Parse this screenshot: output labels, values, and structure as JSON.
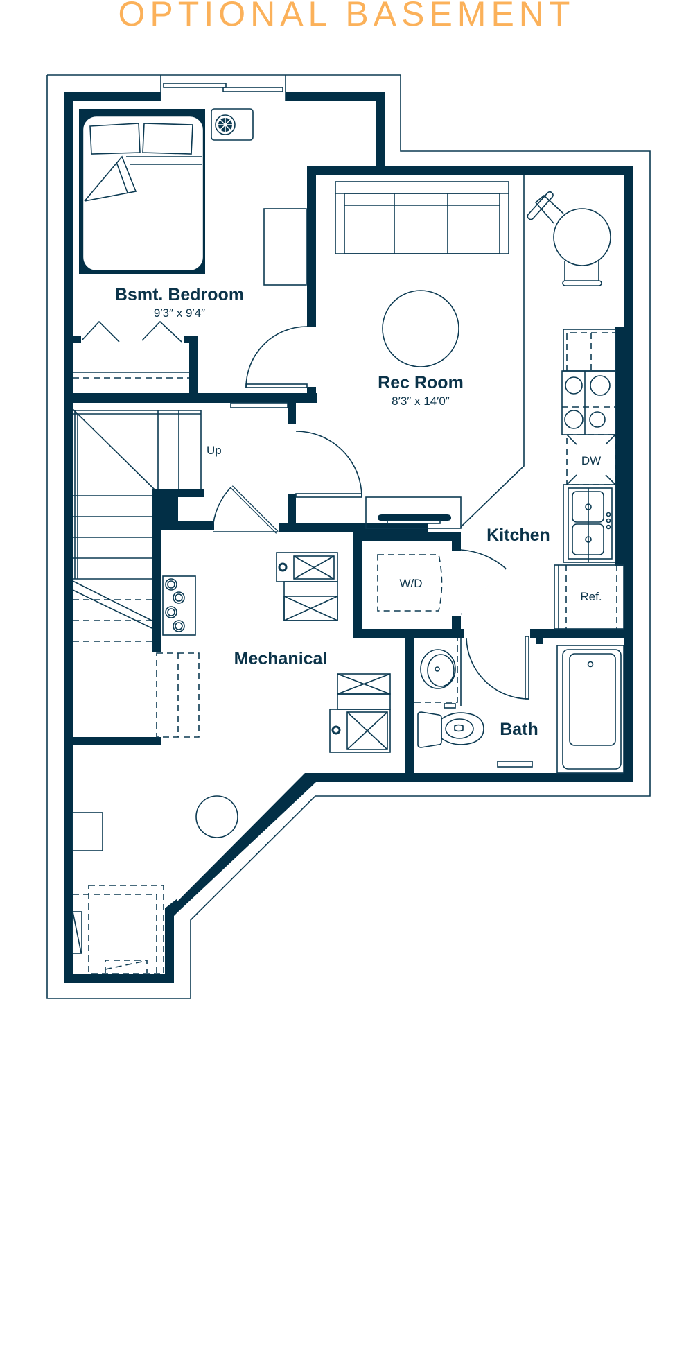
{
  "title": "OPTIONAL BASEMENT",
  "colors": {
    "title": "#fbb15a",
    "walls": "#022f46",
    "lines": "#0c3a52",
    "background": "#ffffff"
  },
  "rooms": [
    {
      "name": "Bsmt. Bedroom",
      "dimensions": "9′3″ x 9′4″"
    },
    {
      "name": "Rec Room",
      "dimensions": "8′3″ x 14′0″"
    },
    {
      "name": "Kitchen"
    },
    {
      "name": "Mechanical"
    },
    {
      "name": "Bath"
    }
  ],
  "fixtures": {
    "stairs_label": "Up",
    "dishwasher": "DW",
    "refrigerator": "Ref.",
    "washer_dryer": "W/D"
  }
}
